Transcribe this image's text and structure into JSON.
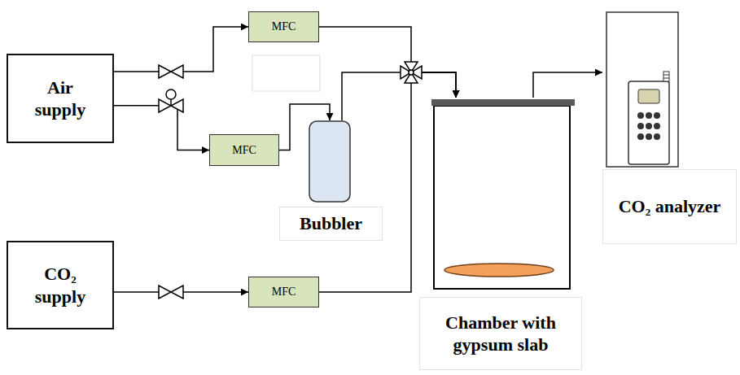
{
  "diagram": {
    "nodes": [
      {
        "text": [
          "Air supply"
        ]
      },
      {
        "text": [
          "MFC"
        ]
      },
      {
        "text": [
          "MFC"
        ]
      },
      {
        "text": [
          "Bubbler"
        ]
      },
      {
        "text": [
          "CO₂ supply"
        ]
      },
      {
        "text": [
          "MFC"
        ]
      },
      {
        "text": [
          "Chamber with gypsum slab"
        ]
      },
      {
        "text": [
          "CO₂ analyzer"
        ]
      }
    ],
    "edges": [
      {
        "from": 0,
        "to": 1,
        "arrow": "to"
      },
      {
        "from": 0,
        "to": 2,
        "arrow": "to"
      },
      {
        "from": 2,
        "to": 3,
        "arrow": "to"
      },
      {
        "from": 1,
        "to": 6,
        "arrow": "to"
      },
      {
        "from": 3,
        "to": 6,
        "arrow": "to"
      },
      {
        "from": 5,
        "to": 6,
        "arrow": "to"
      },
      {
        "from": 4,
        "to": 5,
        "arrow": "to"
      },
      {
        "from": 6,
        "to": 7,
        "arrow": "to"
      }
    ]
  }
}
